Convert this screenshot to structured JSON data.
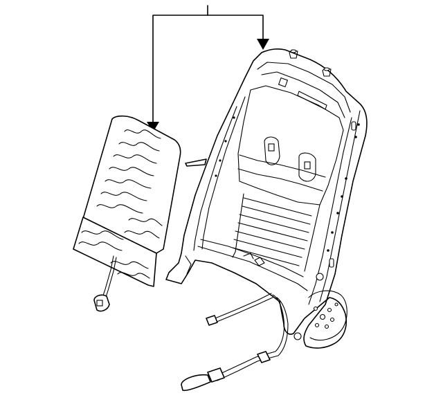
{
  "diagram": {
    "callouts": [],
    "parts": [
      {
        "part": "seat-back-frame"
      },
      {
        "part": "lumbar-support-pad"
      },
      {
        "part": "lumbar-cable"
      },
      {
        "part": "recliner-cable"
      }
    ],
    "colors": {
      "line": "#000000",
      "background": "#ffffff"
    }
  }
}
